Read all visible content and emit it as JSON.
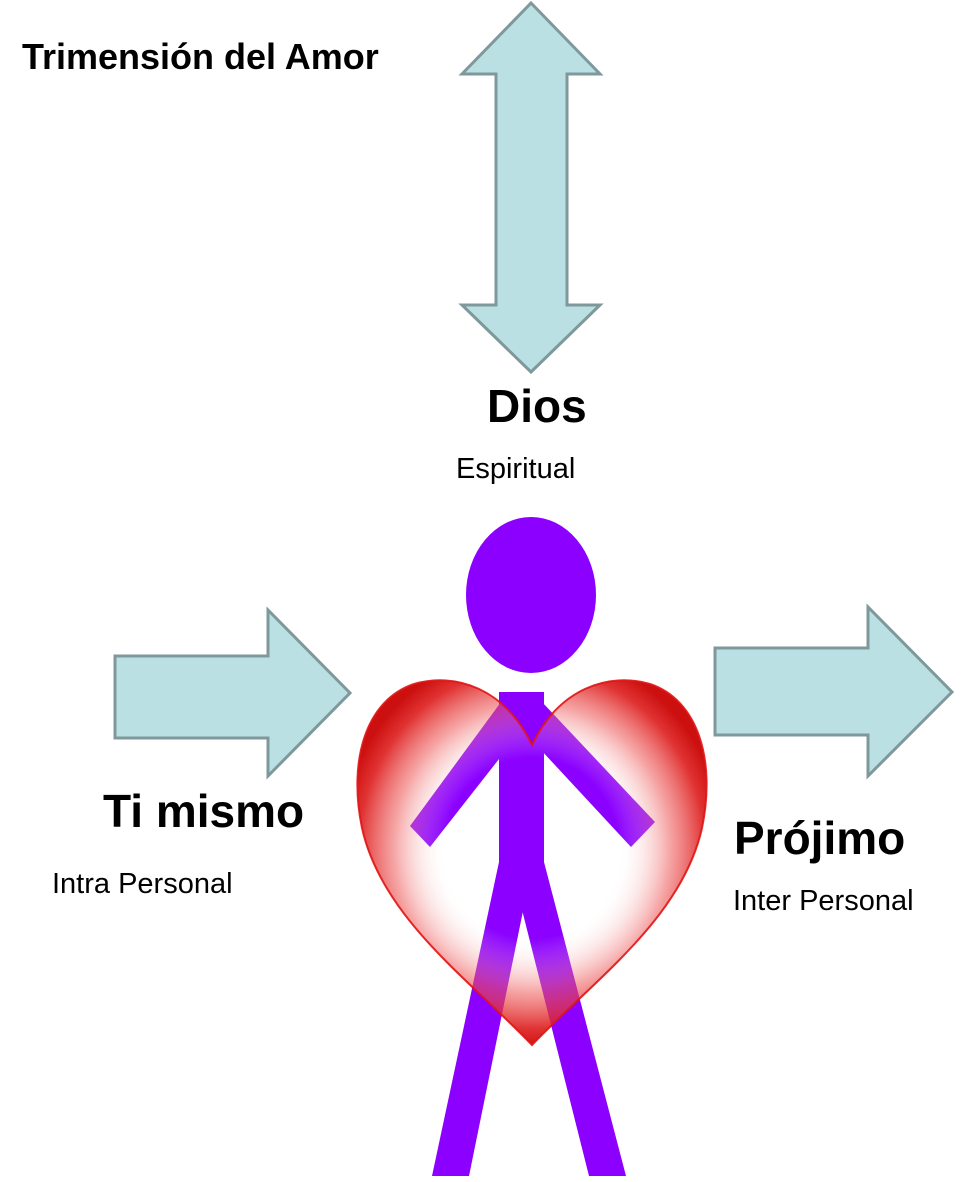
{
  "title": "Trimensión del Amor",
  "colors": {
    "arrow_fill": "#BBE0E3",
    "arrow_stroke": "#7E989B",
    "figure": "#8B00FF",
    "heart": "#E01414",
    "text": "#000000"
  },
  "dimensions": {
    "god": {
      "name": "Dios",
      "kind": "Espiritual",
      "arrow": "double-arrow-vertical"
    },
    "self": {
      "name": "Ti mismo",
      "kind": "Intra Personal",
      "arrow": "arrow-right"
    },
    "neighbor": {
      "name": "Prójimo",
      "kind": "Inter Personal",
      "arrow": "arrow-right"
    }
  },
  "center": {
    "figure": "stick-figure-icon",
    "overlay": "heart-icon"
  }
}
